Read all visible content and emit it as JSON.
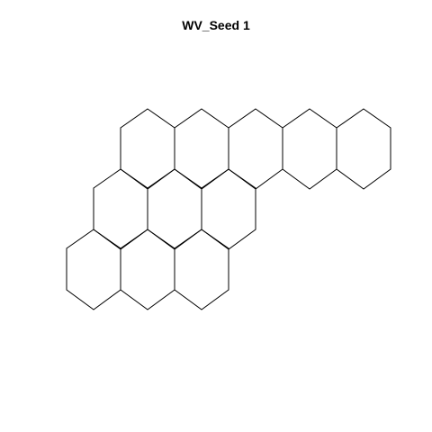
{
  "title": "WV_Seed 1",
  "colors": {
    "background": "#ffffff",
    "stroke": "#000000"
  },
  "hex_grid": {
    "rows": [
      {
        "row": 0,
        "hexes": [
          0,
          1,
          2,
          3,
          4
        ]
      },
      {
        "row": 1,
        "hexes": [
          0,
          1,
          2
        ]
      },
      {
        "row": 2,
        "hexes": [
          0,
          1,
          2
        ]
      }
    ],
    "count": 11
  }
}
